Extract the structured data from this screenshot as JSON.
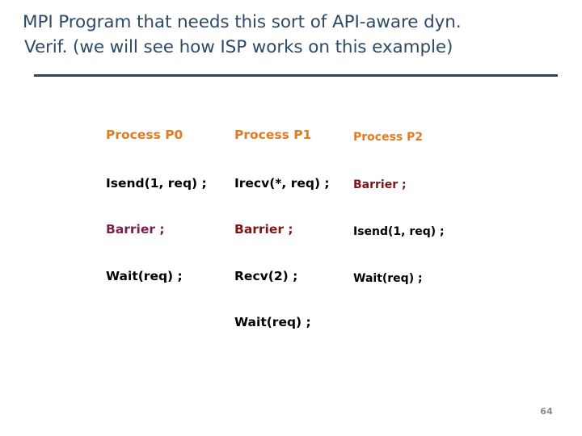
{
  "slide": {
    "title_line_1": "MPI Program that needs this sort of API-aware dyn.",
    "title_line_2": "Verif. (we will see how ISP works on this example)",
    "page_number": "64",
    "colors": {
      "title": "#2d4a68",
      "divider": "#2f4550",
      "header_orange": "#e07b20",
      "statement_black": "#000000",
      "statement_red": "#7c1515",
      "statement_plum": "#7b2049",
      "page_number": "#8a8a8a",
      "background": "#ffffff"
    }
  },
  "processes": [
    {
      "header": "Process P0",
      "statements": [
        {
          "text": "Isend(1, req) ;",
          "color": "black"
        },
        {
          "text": "Barrier ;",
          "color": "plum"
        },
        {
          "text": "Wait(req) ;",
          "color": "black"
        }
      ]
    },
    {
      "header": "Process P1",
      "statements": [
        {
          "text": "Irecv(*, req) ;",
          "color": "black"
        },
        {
          "text": "Barrier ;",
          "color": "red"
        },
        {
          "text": "Recv(2) ;",
          "color": "black"
        },
        {
          "text": "Wait(req) ;",
          "color": "black"
        }
      ]
    },
    {
      "header": "Process P2",
      "statements": [
        {
          "text": "Barrier ;",
          "color": "red"
        },
        {
          "text": "Isend(1, req) ;",
          "color": "black"
        },
        {
          "text": "Wait(req) ;",
          "color": "black"
        }
      ]
    }
  ]
}
